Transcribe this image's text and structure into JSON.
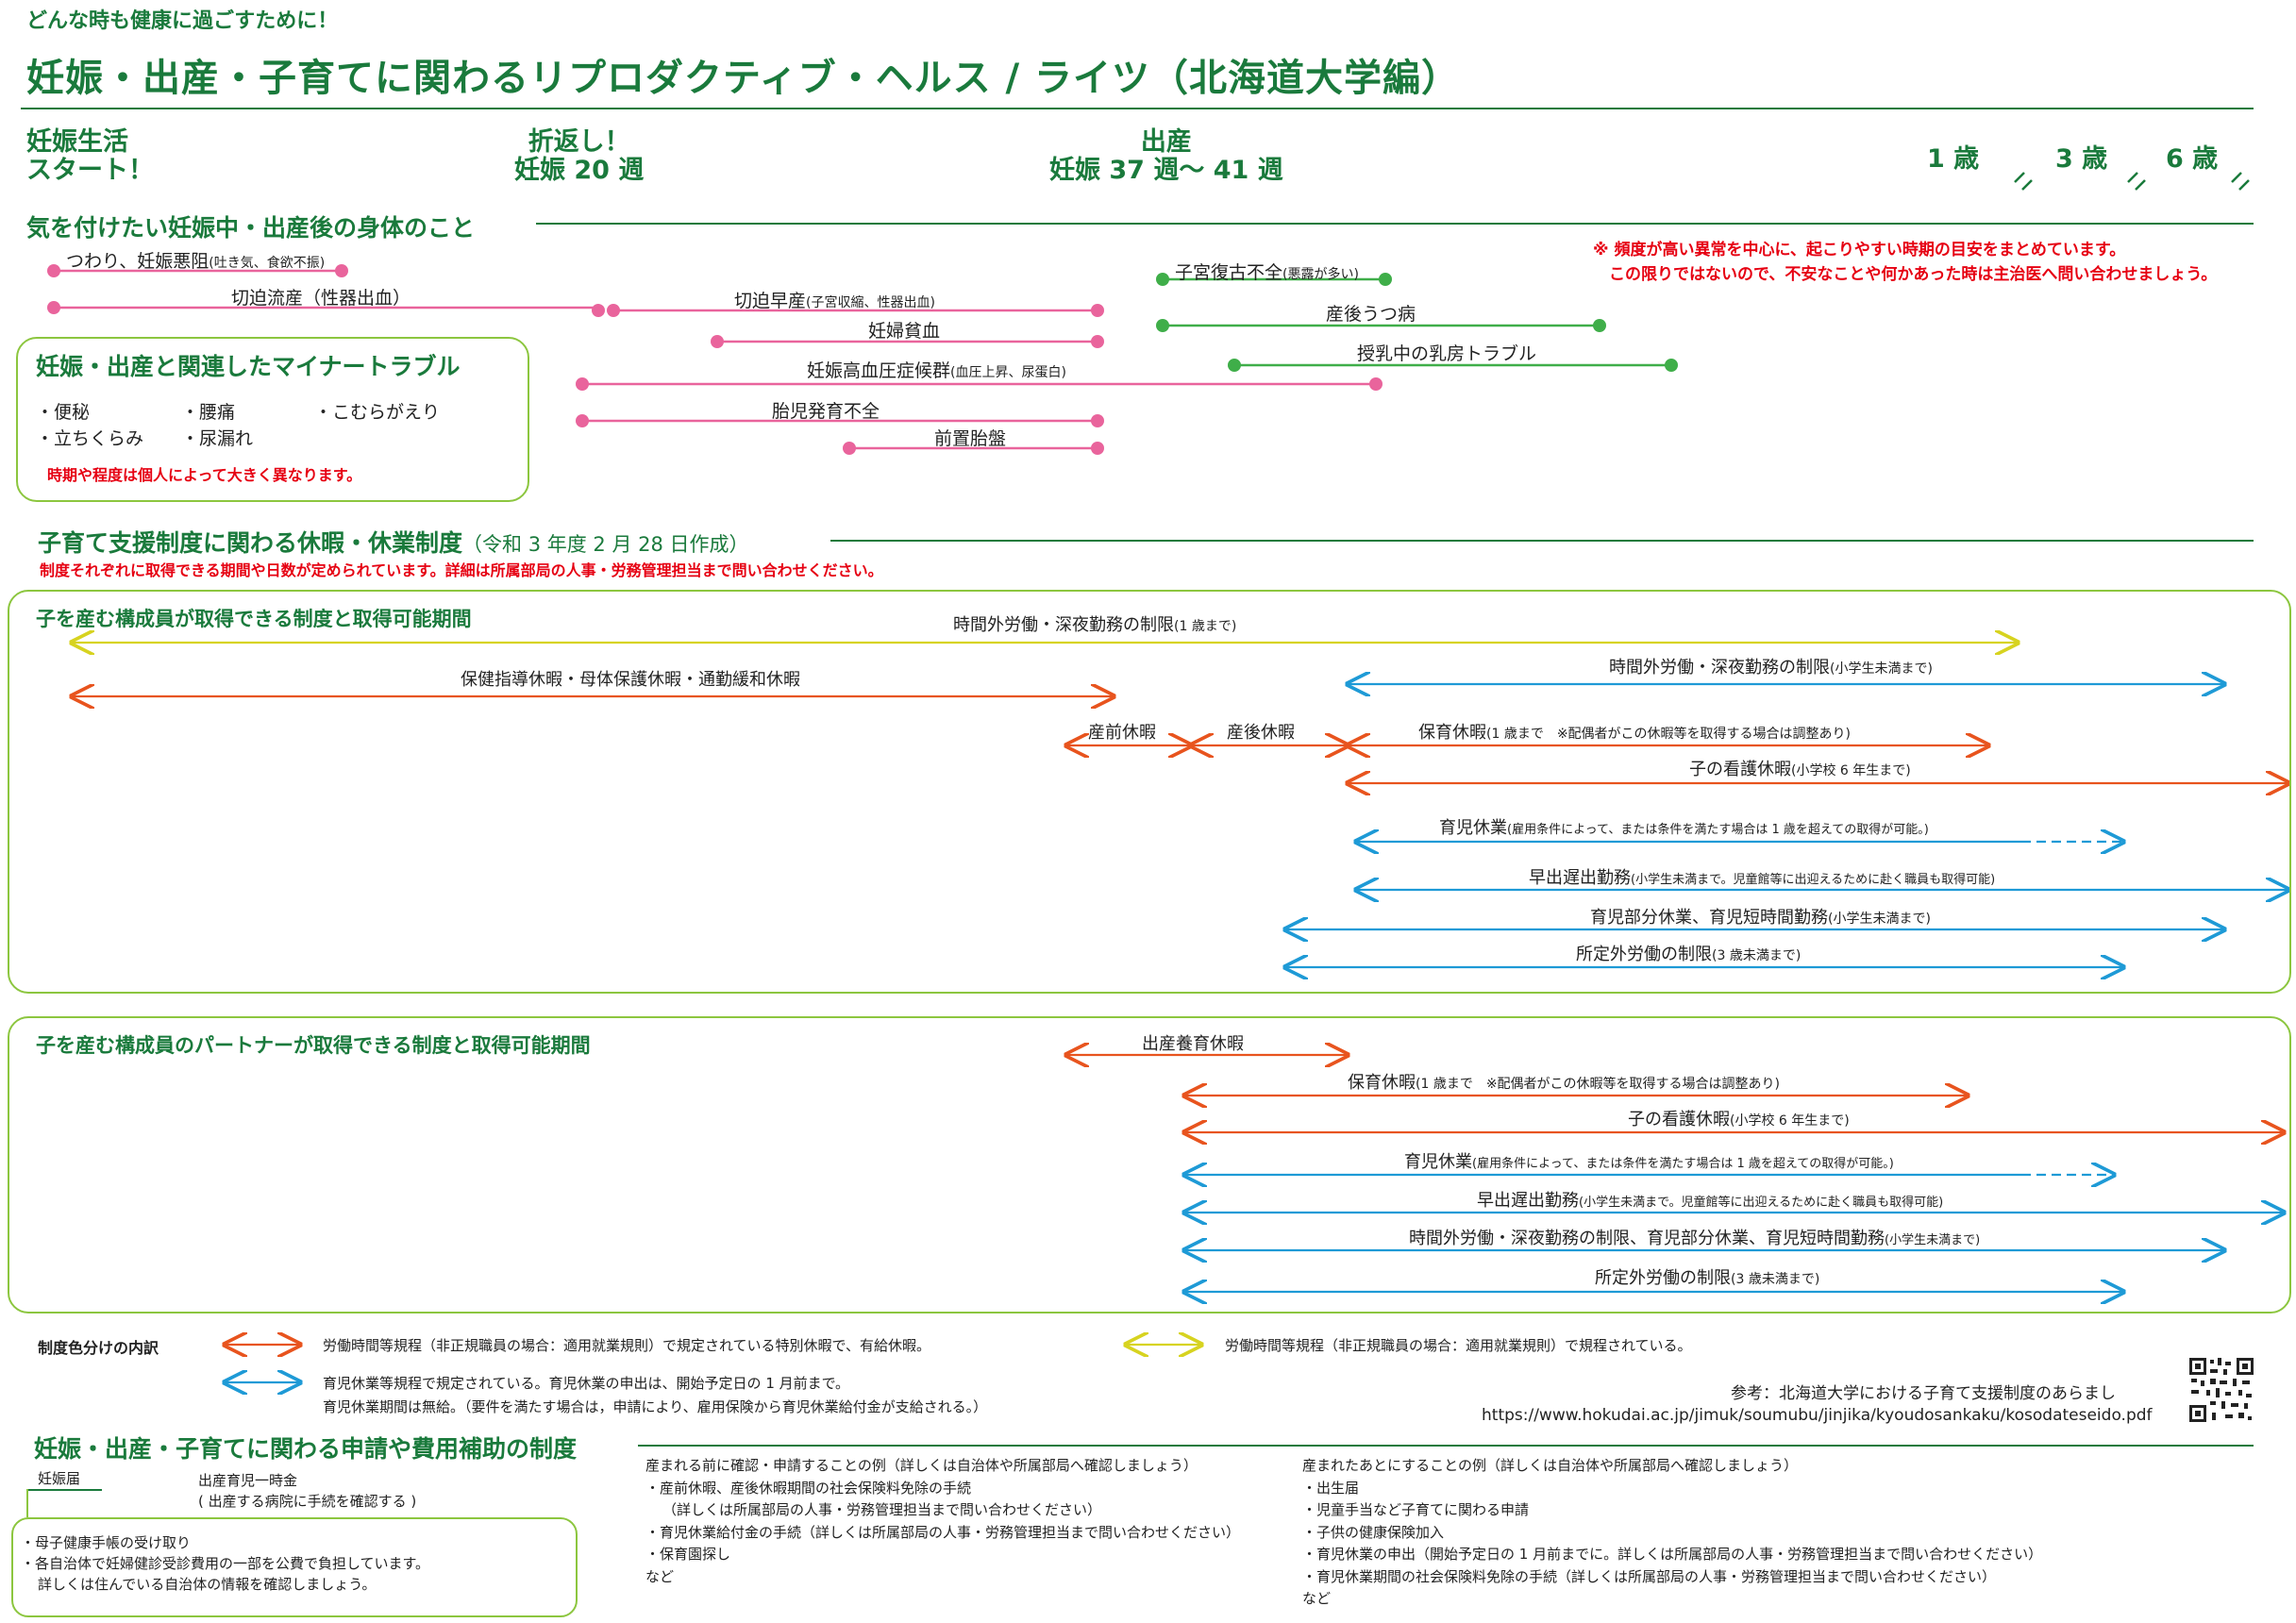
{
  "header": {
    "tagline": "どんな時も健康に過ごすために！",
    "title": "妊娠・出産・子育てに関わるリプロダクティブ・ヘルス / ライツ（北海道大学編）"
  },
  "timeline": {
    "start_line1": "妊娠生活",
    "start_line2": "スタート！",
    "mid_line1": "折返し！",
    "mid_line2": "妊娠 20 週",
    "birth_line1": "出産",
    "birth_line2": "妊娠 37 週～ 41 週",
    "age1": "1 歳",
    "age3": "3 歳",
    "age6": "6 歳"
  },
  "body_section": {
    "heading": "気を付けたい妊娠中・出産後の身体のこと",
    "note_line1": "※ 頻度が高い異常を中心に、起こりやすい時期の目安をまとめています。",
    "note_line2": "この限りではないので、不安なことや何かあった時は主治医へ問い合わせましょう。",
    "items": [
      {
        "label": "つわり、妊娠悪阻",
        "sub": "(吐き気、食欲不振)"
      },
      {
        "label": "切迫流産（性器出血）",
        "sub": ""
      },
      {
        "label": "切迫早産",
        "sub": "(子宮収縮、性器出血)"
      },
      {
        "label": "妊婦貧血",
        "sub": ""
      },
      {
        "label": "妊娠高血圧症候群",
        "sub": "(血圧上昇、尿蛋白)"
      },
      {
        "label": "胎児発育不全",
        "sub": ""
      },
      {
        "label": "前置胎盤",
        "sub": ""
      },
      {
        "label": "子宮復古不全",
        "sub": "(悪露が多い)"
      },
      {
        "label": "産後うつ病",
        "sub": ""
      },
      {
        "label": "授乳中の乳房トラブル",
        "sub": ""
      }
    ],
    "minor": {
      "title": "妊娠・出産と関連したマイナートラブル",
      "item1": "・便秘",
      "item2": "・腰痛",
      "item3": "・こむらがえり",
      "item4": "・立ちくらみ",
      "item5": "・尿漏れ",
      "note": "時期や程度は個人によって大きく異なります。"
    }
  },
  "leave_section": {
    "heading": "子育て支援制度に関わる休暇・休業制度",
    "date": "（令和 3 年度 2 月 28 日作成）",
    "note": "制度それぞれに取得できる期間や日数が定められています。詳細は所属部局の人事・労務管理担当まで問い合わせください。",
    "mother_title": "子を産む構成員が取得できる制度と取得可能期間",
    "mother": [
      {
        "label": "時間外労働・深夜勤務の制限",
        "sub": "(1 歳まで)"
      },
      {
        "label": "保健指導休暇・母体保護休暇・通勤緩和休暇",
        "sub": ""
      },
      {
        "label": "時間外労働・深夜勤務の制限",
        "sub": "(小学生未満まで)"
      },
      {
        "label": "産前休暇",
        "sub": ""
      },
      {
        "label": "産後休暇",
        "sub": ""
      },
      {
        "label": "保育休暇",
        "sub": "(1 歳まで　※配偶者がこの休暇等を取得する場合は調整あり)"
      },
      {
        "label": "子の看護休暇",
        "sub": "(小学校 6 年生まで)"
      },
      {
        "label": "育児休業",
        "sub": "(雇用条件によって、または条件を満たす場合は 1 歳を超えての取得が可能。)"
      },
      {
        "label": "早出遅出勤務",
        "sub": "(小学生未満まで。児童館等に出迎えるために赴く職員も取得可能)"
      },
      {
        "label": "育児部分休業、育児短時間勤務",
        "sub": "(小学生未満まで)"
      },
      {
        "label": "所定外労働の制限",
        "sub": "(3 歳未満まで)"
      }
    ],
    "partner_title": "子を産む構成員のパートナーが取得できる制度と取得可能期間",
    "partner": [
      {
        "label": "出産養育休暇",
        "sub": ""
      },
      {
        "label": "保育休暇",
        "sub": "(1 歳まで　※配偶者がこの休暇等を取得する場合は調整あり)"
      },
      {
        "label": "子の看護休暇",
        "sub": "(小学校 6 年生まで)"
      },
      {
        "label": "育児休業",
        "sub": "(雇用条件によって、または条件を満たす場合は 1 歳を超えての取得が可能。)"
      },
      {
        "label": "早出遅出勤務",
        "sub": "(小学生未満まで。児童館等に出迎えるために赴く職員も取得可能)"
      },
      {
        "label": "時間外労働・深夜勤務の制限、育児部分休業、育児短時間勤務",
        "sub": "(小学生未満まで)"
      },
      {
        "label": "所定外労働の制限",
        "sub": "(3 歳未満まで)"
      }
    ]
  },
  "legend": {
    "title": "制度色分けの内訳",
    "orange": "労働時間等規程（非正規職員の場合：適用就業規則）で規定されている特別休暇で、有給休暇。",
    "yellow": "労働時間等規程（非正規職員の場合：適用就業規則）で規程されている。",
    "blue_line1": "育児休業等規程で規定されている。育児休業の申出は、開始予定日の 1 月前まで。",
    "blue_line2": "育児休業期間は無給。（要件を満たす場合は，申請により、雇用保険から育児休業給付金が支給される。）",
    "ref_line1": "参考：北海道大学における子育て支援制度のあらまし",
    "ref_line2": "https://www.hokudai.ac.jp/jimuk/soumubu/jinjika/kyoudosankaku/kosodateseido.pdf",
    "colors": {
      "orange": "#e8541e",
      "yellow": "#d7d320",
      "blue": "#1e9ad6",
      "pink": "#e9649c",
      "green": "#3fae49"
    }
  },
  "apply_section": {
    "heading": "妊娠・出産・子育てに関わる申請や費用補助の制度",
    "tag": "妊娠届",
    "birth_lump_line1": "出産育児一時金",
    "birth_lump_line2": "( 出産する病院に手続を確認する )",
    "box_line1": "・母子健康手帳の受け取り",
    "box_line2": "・各自治体で妊婦健診受診費用の一部を公費で負担しています。",
    "box_line3": "詳しくは住んでいる自治体の情報を確認しましょう。",
    "before": {
      "title": "産まれる前に確認・申請することの例（詳しくは自治体や所属部局へ確認しましょう）",
      "l1": "・産前休暇、産後休暇期間の社会保険料免除の手続",
      "l2": "（詳しくは所属部局の人事・労務管理担当まで問い合わせください）",
      "l3": "・育児休業給付金の手続（詳しくは所属部局の人事・労務管理担当まで問い合わせください）",
      "l4": "・保育園探し",
      "l5": "など"
    },
    "after": {
      "title": "産まれたあとにすることの例（詳しくは自治体や所属部局へ確認しましょう）",
      "l1": "・出生届",
      "l2": "・児童手当など子育てに関わる申請",
      "l3": "・子供の健康保険加入",
      "l4": "・育児休業の申出（開始予定日の 1 月前までに。詳しくは所属部局の人事・労務管理担当まで問い合わせください）",
      "l5": "・育児休業期間の社会保険料免除の手続（詳しくは所属部局の人事・労務管理担当まで問い合わせください）",
      "l6": "など"
    }
  }
}
